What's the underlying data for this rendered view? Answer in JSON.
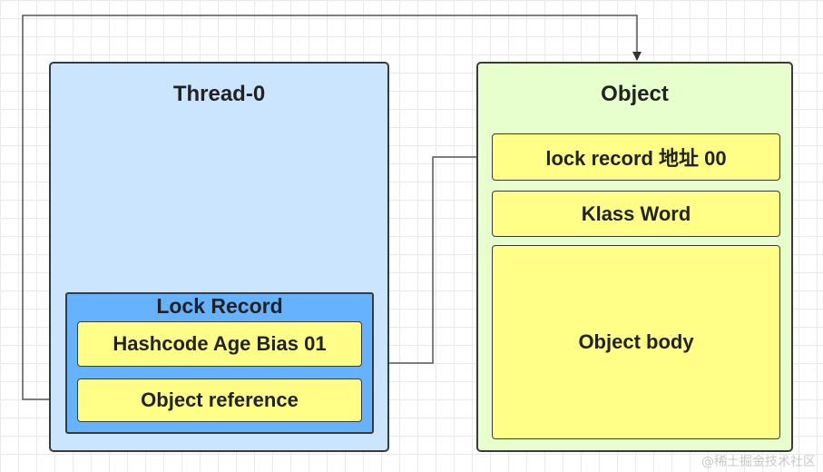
{
  "thread": {
    "title": "Thread-0"
  },
  "lock_record": {
    "title": "Lock Record",
    "fields": [
      "Hashcode Age Bias 01",
      "Object reference"
    ]
  },
  "object": {
    "title": "Object",
    "fields": [
      "lock record 地址 00",
      "Klass Word",
      "Object body"
    ]
  },
  "watermark": "@稀土掘金技术社区",
  "colors": {
    "thread_bg": "#cce5ff",
    "lock_record_bg": "#66b2ff",
    "object_bg": "#e6ffcc",
    "field_bg": "#ffff88",
    "border": "#3a3a3a"
  }
}
